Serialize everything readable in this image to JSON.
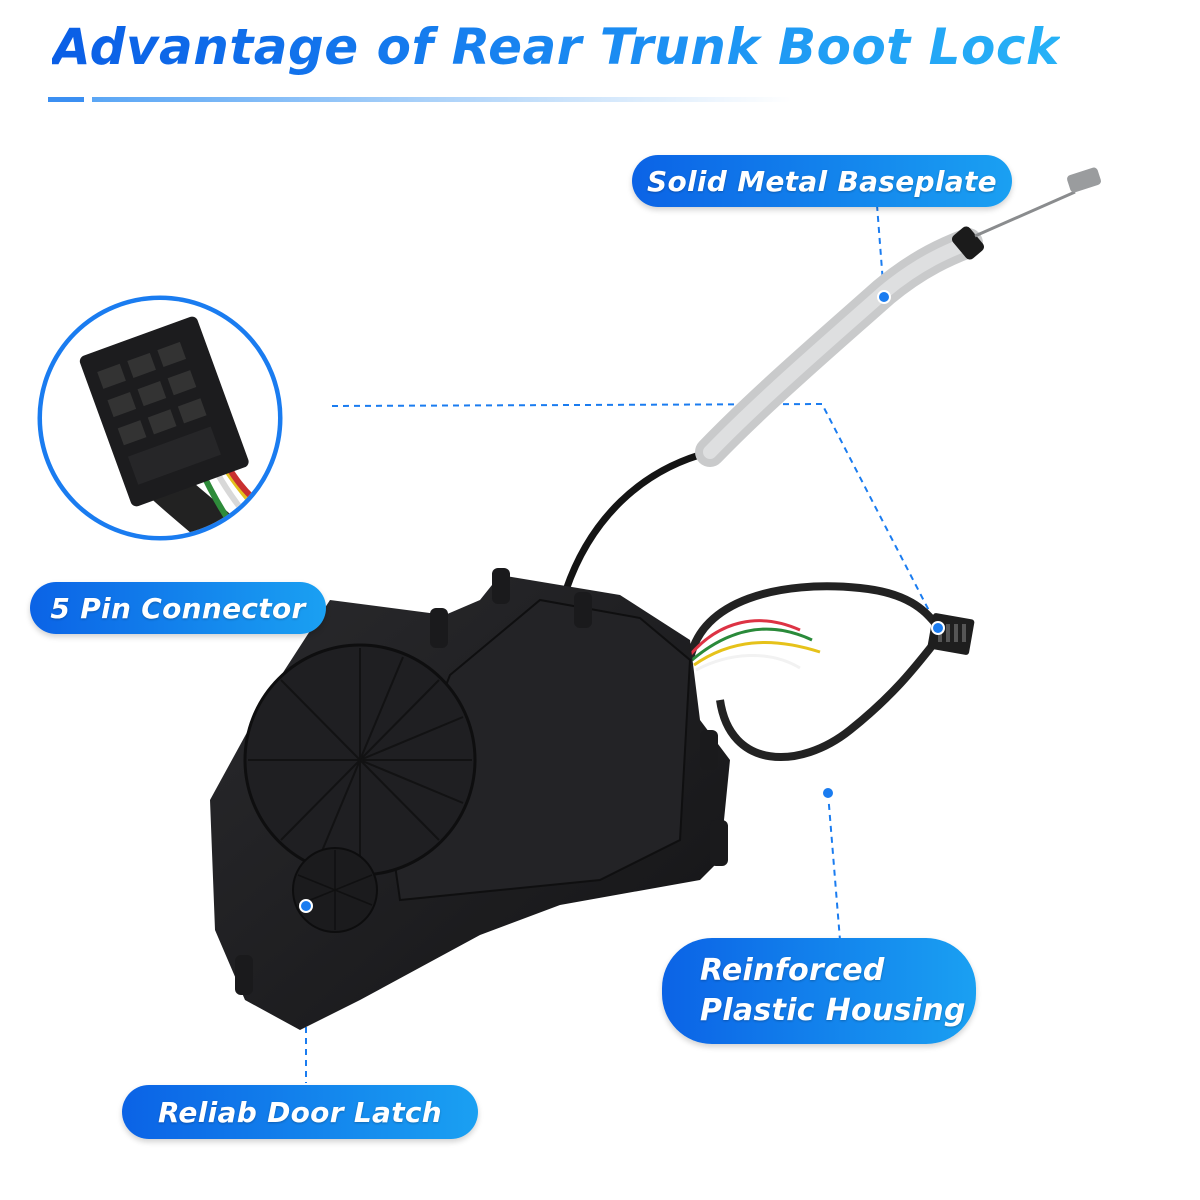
{
  "title": "Advantage of Rear Trunk Boot Lock",
  "labels": {
    "baseplate": "Solid Metal Baseplate",
    "connector": "5 Pin Connector",
    "housing_line1": "Reinforced",
    "housing_line2": "Plastic Housing",
    "latch": "Reliab Door Latch"
  },
  "colors": {
    "accent": "#1a7cf0",
    "accent_light": "#22a8f5",
    "product": "#1b1b1d"
  }
}
